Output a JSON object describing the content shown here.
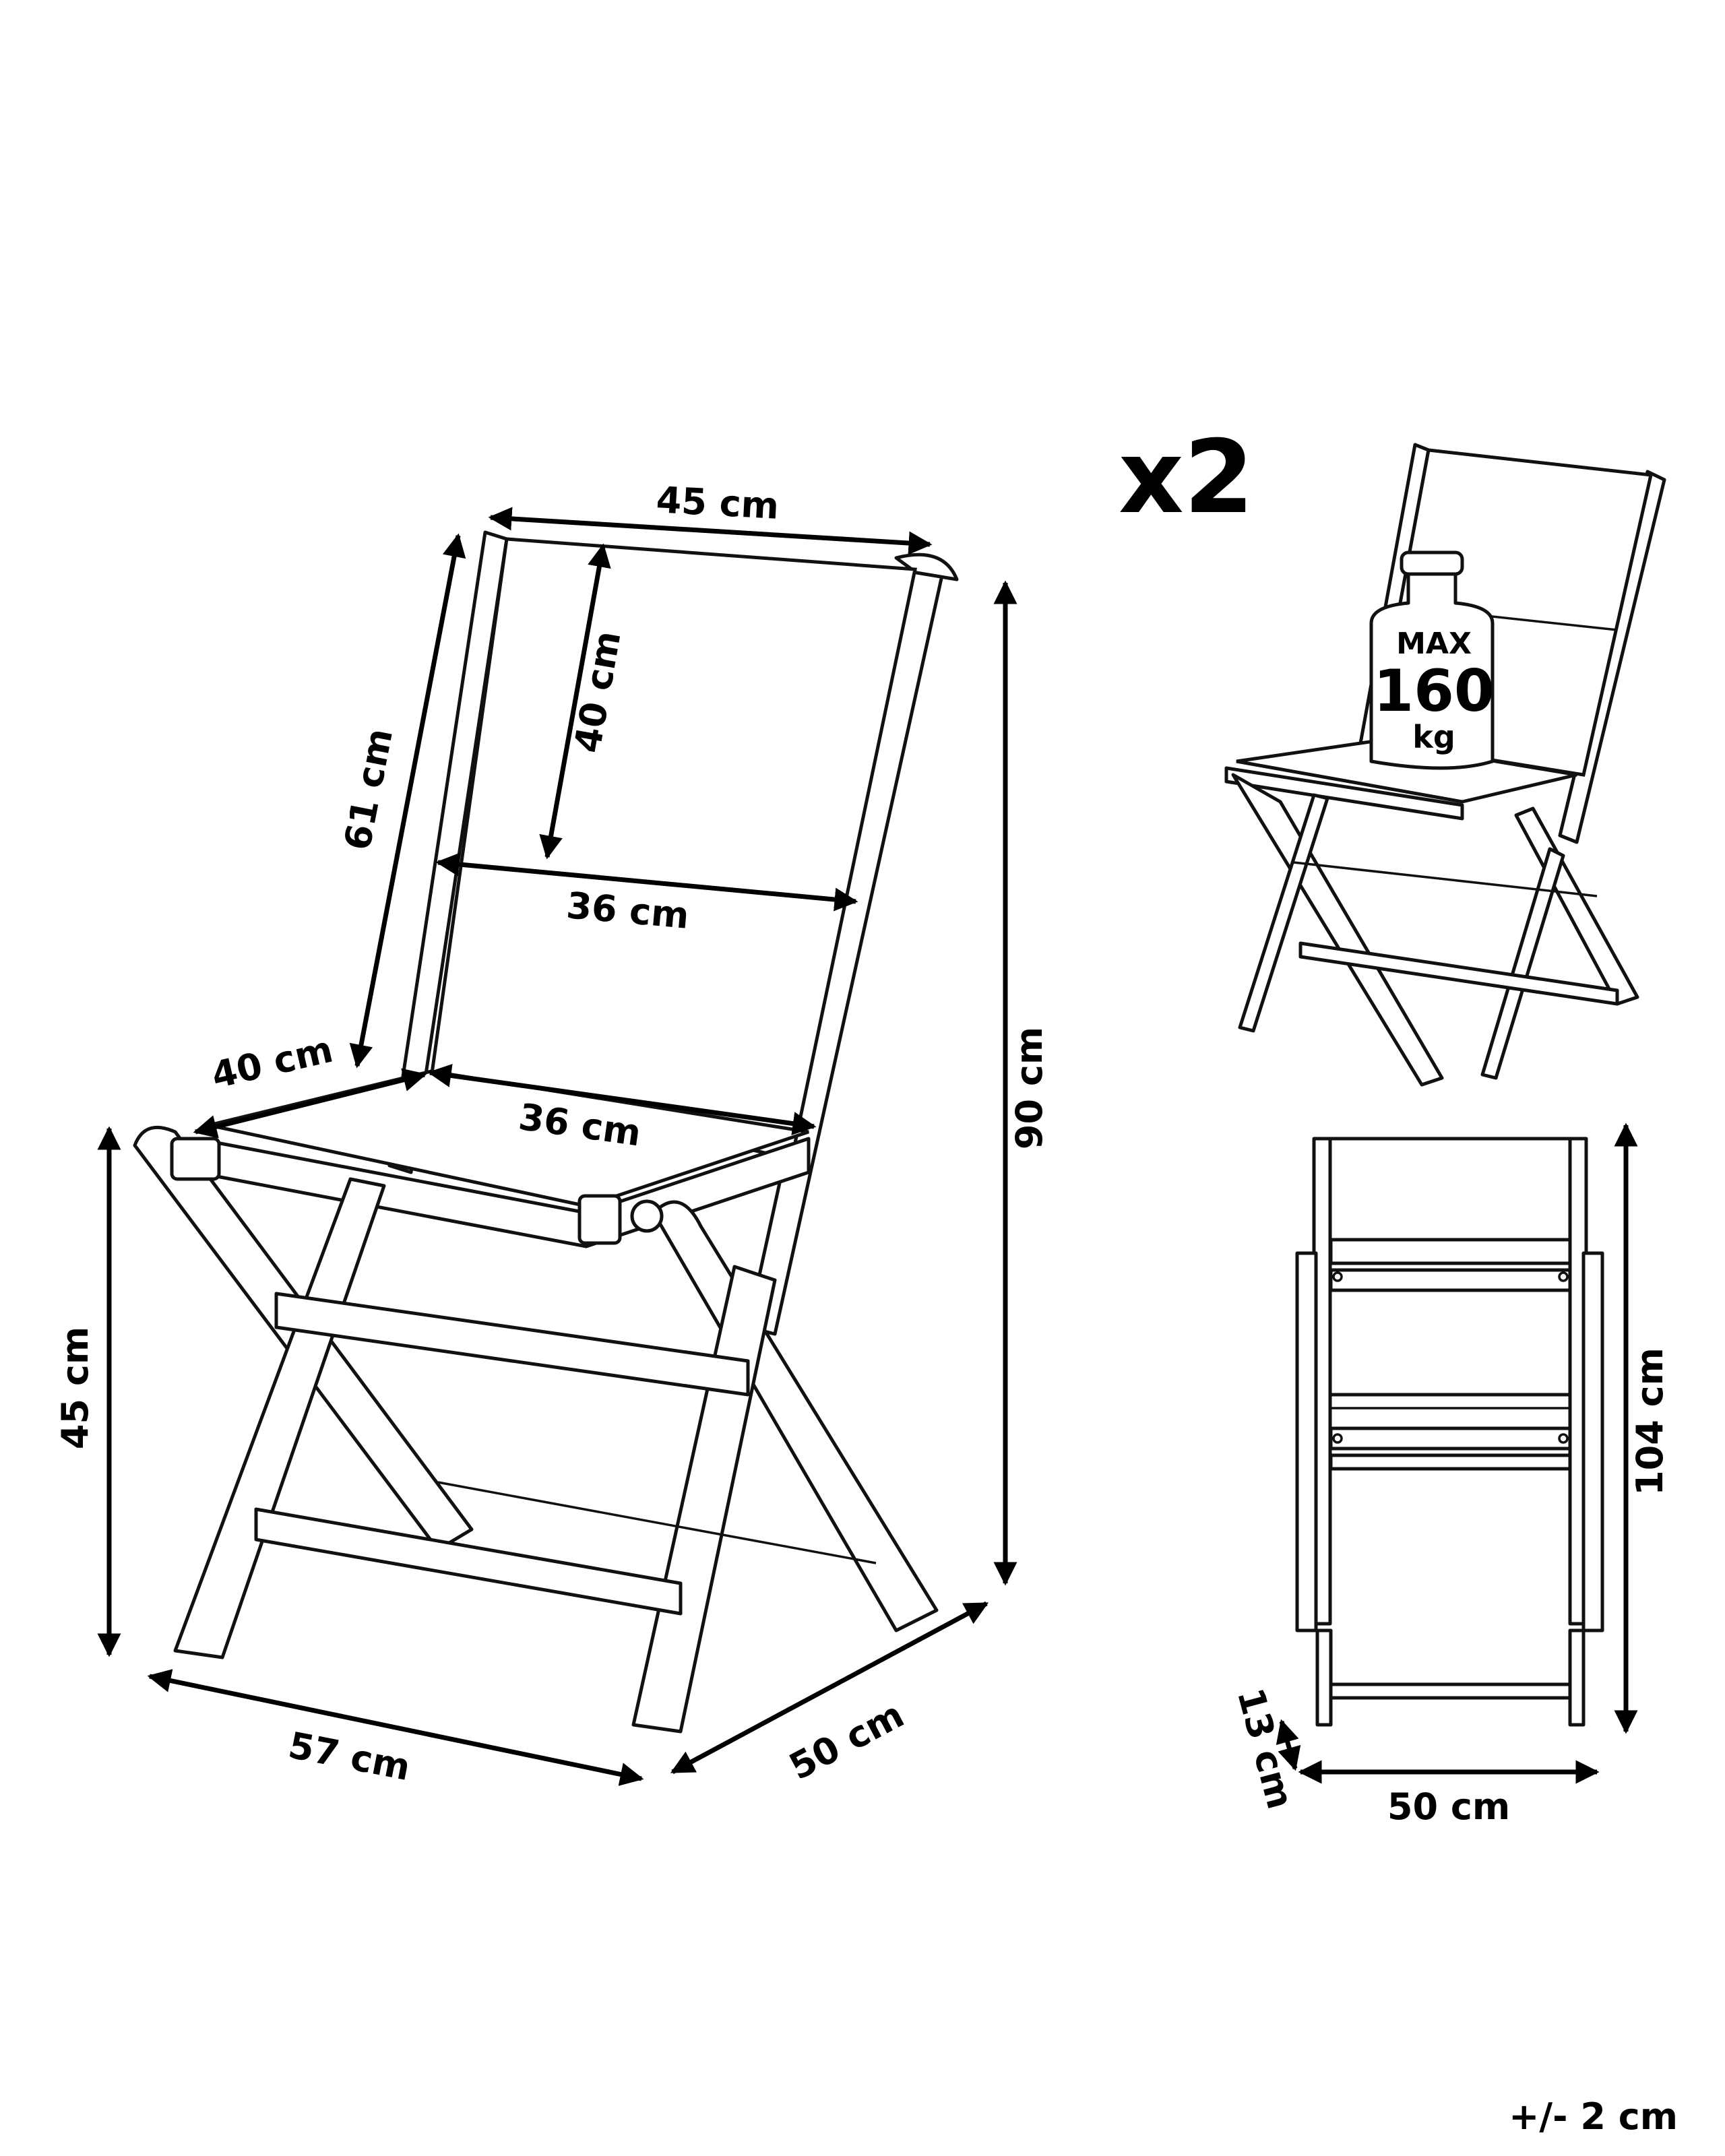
{
  "quantity": "x2",
  "tolerance": "+/- 2 cm",
  "weight": {
    "max": "MAX",
    "value": "160",
    "unit": "kg"
  },
  "dims": {
    "back_width_top": "45 cm",
    "back_height_inner": "40 cm",
    "back_height_side": "61 cm",
    "back_width_inner": "36 cm",
    "seat_depth": "40 cm",
    "seat_width": "36 cm",
    "total_height": "90 cm",
    "seat_height": "45 cm",
    "base_depth": "57 cm",
    "base_width": "50 cm",
    "folded_height": "104  cm",
    "folded_width": "50 cm",
    "folded_thickness": "13 cm"
  },
  "colors": {
    "line": "#111111",
    "background": "#ffffff"
  }
}
